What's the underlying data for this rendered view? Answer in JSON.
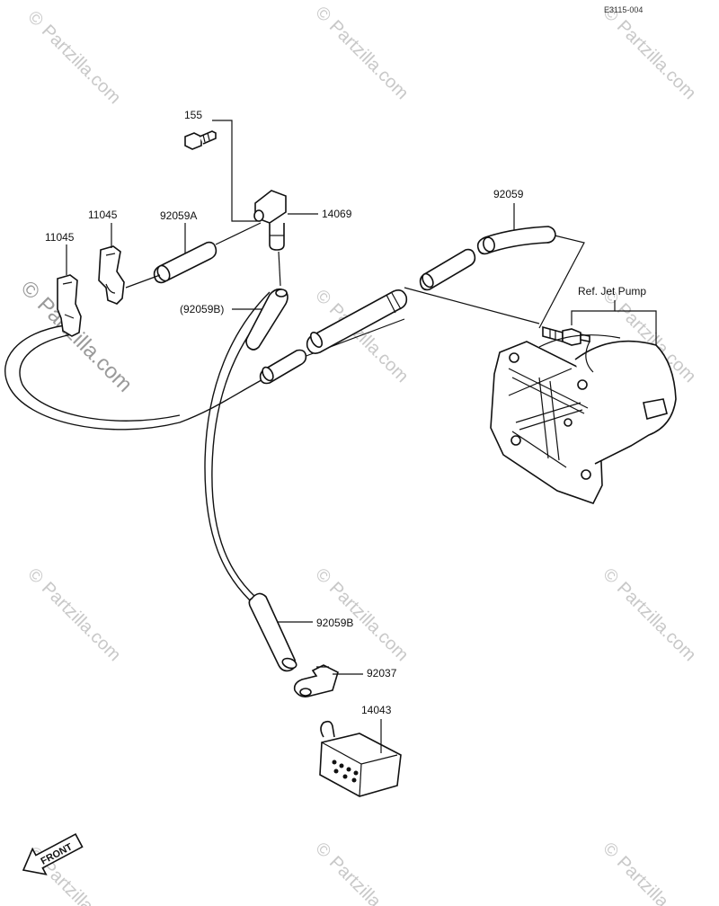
{
  "diagram_code": "E3115-004",
  "watermark": {
    "symbol": "©",
    "text": "Partzilla.com"
  },
  "labels": {
    "p155": "155",
    "p14069": "14069",
    "p11045_a": "11045",
    "p11045_b": "11045",
    "p92059A": "92059A",
    "p92059B_upper": "(92059B)",
    "p92059_right": "92059",
    "ref_jet_pump": "Ref. Jet Pump",
    "p92059B_lower": "92059B",
    "p92037": "92037",
    "p14043": "14043"
  },
  "front_arrow": "FRONT",
  "colors": {
    "ink": "#111111",
    "watermark": "#c8c8c8"
  }
}
